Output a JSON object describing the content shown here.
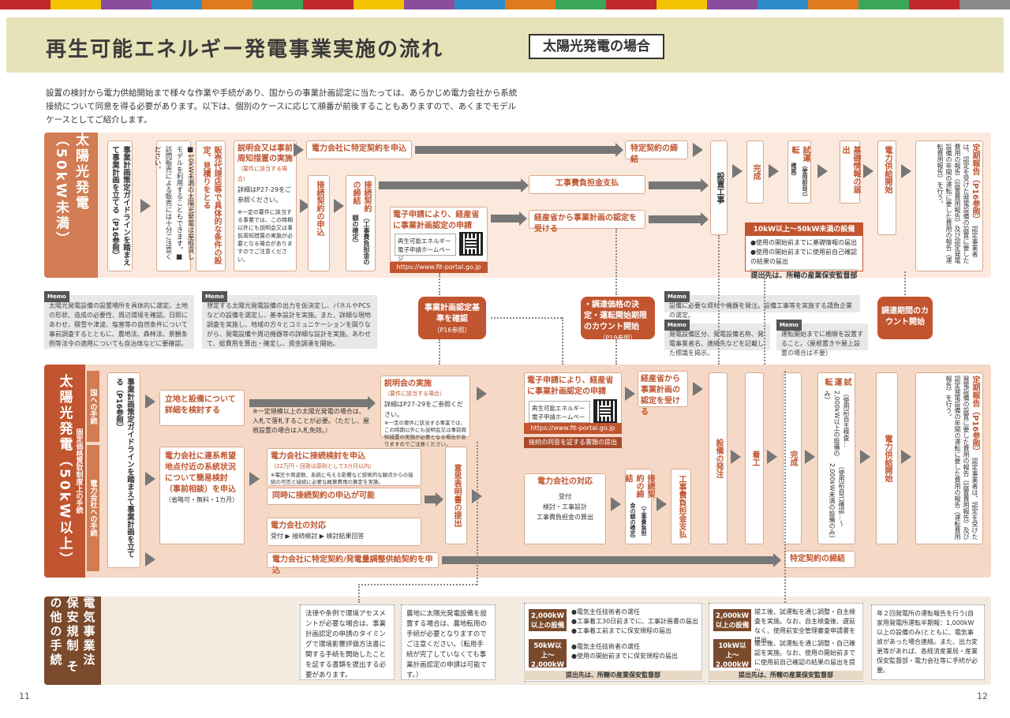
{
  "colors": [
    "#c1272d",
    "#f2c300",
    "#8a4d9e",
    "#2f8ccb",
    "#e07a1c",
    "#3aa657",
    "#c1272d",
    "#f2c300",
    "#8a4d9e",
    "#2f8ccb",
    "#e07a1c",
    "#3aa657",
    "#c1272d",
    "#f2c300",
    "#8a4d9e",
    "#2f8ccb",
    "#e07a1c",
    "#3aa657",
    "#c1272d",
    "#8a8a8a"
  ],
  "title": "再生可能エネルギー発電事業実施の流れ",
  "case": "太陽光発電の場合",
  "intro": "設置の検討から電力供給開始まで様々な作業や手続があり、国からの事業計画認定に当たっては、あらかじめ電力会社から系統接続について同意を得る必要があります。以下は、個別のケースに応じて順番が前後することもありますので、あくまでモデルケースとしてご紹介します。",
  "band_a": {
    "label": "太陽光発電（50kW未満）",
    "plan": "事業計画策定ガイドラインを踏まえて事業計画を立てる（P16参照）",
    "rental": "■10kW未満の太陽光発電は屋根貸しモデルを利用することもできます。■訪問販売による販売には十分ご注意ください。",
    "dealer": "販売代理店等で具体的な条件の設定、見積りをとる",
    "briefing_title": "説明会又は事前周知措置の実施",
    "briefing_sub": "（要件に該当する場合）",
    "briefing_ref": "詳細はP27-29をご参照ください。",
    "briefing_note": "※一定の要件に該当する事業では、この時期以外にも説明会又は事前周知措置の実施が必要となる場合がありますのでご注意ください。",
    "apply": "接続契約の申込",
    "contract": "接続契約の締結",
    "contract_sub": "（工事費負担金の額の確定）",
    "special": "電力会社に特定契約を申込",
    "special_done": "特定契約の締結",
    "cost": "工事費負担金支払",
    "eapply_title": "電子申請により、経産省に事業計画認定の申請",
    "portal_label": "再生可能エネルギー電子申請ホームページ",
    "url": "https://www.fit-portal.go.jp",
    "approve": "経産省から事業計画の認定を受ける",
    "construct": "設置工事",
    "complete": "完成",
    "trial": "試運転",
    "trial_sub": "（使用前自己確認）",
    "basic": "基礎情報の届出",
    "supply": "電力供給開始",
    "report": "定期報告（P16参照）",
    "report_text": "認定事業者は、認定を受けた発電設備の設置に要した費用の報告（設置費用報告）及び認定発電設備の年間の運転に要した費用の報告（運転費用報告）を行う。",
    "note_head": "10kW以上〜50kW未満の設備",
    "note_1": "●使用の開始前までに基礎情報の届出",
    "note_2": "●使用の開始前までに使用前自己確認の結果の届出",
    "note_foot": "提出先は、所轄の産業保安監督部"
  },
  "memos": [
    {
      "tag": "Memo",
      "text": "太陽光発電設備の設置場所を具体的に選定。土地の形状、造成の必要性、周辺環境を確認。日照にあわせ、積雪や津波、塩害等の自然条件について事前調査するとともに、農地法、森林法、景観条例等法令の適用についても自治体などに要確認。"
    },
    {
      "tag": "Memo",
      "text": "想定する太陽光発電設備の出力を仮決定し、パネルやPCSなどの設備を選定し、基本設計を実施。また、詳細な現地調査を実施し、地域の方々とコミュニケーションを図りながら、発電設備や周辺機器等の詳細な設計を実施。あわせて、総費用を算出・確定し、資金調達を開始。"
    },
    {
      "tag": "Memo",
      "text": "設備に必要な資材や機器を発注。設備工事等を実施する請負企業の選定。"
    },
    {
      "tag": "Memo",
      "text": "発電設備区分、発電設備名称、発電事業者名、連絡先などを記載した標識を掲示。"
    },
    {
      "tag": "Memo",
      "text": "運転開始までに柵塀を設置すること。（屋根置きや屋上設置の場合は不要）"
    }
  ],
  "center": {
    "check": "事業計画認定基準を確認",
    "check_ref": "（P16参照）",
    "price": "・調達価格の決定・運転開始期限のカウント開始",
    "price_ref": "（P19参照）",
    "period": "調達期間のカウント開始"
  },
  "band_b": {
    "label": "太陽光発電（50kW以上）",
    "fit": "固定価格買取制度上の手続",
    "national": "国への手続",
    "utility": "電力会社への手続",
    "plan": "事業計画策定ガイドラインを踏まえて事業計画を立てる（P16参照）",
    "site": "立地と設備について詳細を検討する",
    "bid_note": "※一定規模以上の太陽光発電の場合は、入札で落札することが必要。（ただし、屋根設置の場合は入札免除。）",
    "briefing_title": "説明会の実施",
    "briefing_sub": "（要件に該当する場合）",
    "briefing_ref": "詳細はP27-29をご参照ください。",
    "briefing_note": "※一定の要件に該当する事業では、この時期以外にも説明会又は事前周知措置の実施が必要となる場合がありますのでご注意ください。",
    "consult": "電力会社に連系希望地点付近の系統状況について簡易検討（事前相談）を申込",
    "consult_sub": "（省略可・無料・1カ月）",
    "study": "電力会社に接続検討を申込",
    "study_sub": "（22万円・回答は原則として3カ月以内）",
    "study_note": "※電圧や周波数、系統に与える影響など技術的な観点からの接続の可否と接続に必要な概算費用の算定を実施。",
    "simul": "同時に接続契約の申込が可能",
    "resp": "電力会社の対応",
    "resp_steps": "受付 ▶ 接続検討 ▶ 検討結果回答",
    "intent": "意思表明書の提出",
    "eapply_title": "電子申請により、経産省に事業計画認定の申請",
    "portal_label": "再生可能エネルギー電子申請ホームページ",
    "url": "https://www.fit-portal.go.jp",
    "consent_doc": "接続の同意を証する書類の提出",
    "approve": "経産省から事業計画の認定を受ける",
    "resp2": "電力会社の対応",
    "resp2_1": "受付",
    "resp2_2": "検討・工事設計",
    "resp2_3": "工事費負担金の算出",
    "contract": "接続契約の締結",
    "contract_sub": "（工事費負担金の額の確定）",
    "cost": "工事費負担金支払",
    "order": "設備の発注",
    "start": "着工",
    "complete": "完成",
    "trial": "試運転",
    "trial_a": "（使用前自主検査…2,000kW以上の設備のみ）",
    "trial_b": "（使用前自己確認…〜2,000kW未満の設備のみ）",
    "supply": "電力供給開始",
    "report": "定期報告（P16参照）",
    "report_text": "認定事業者は、認定を受けた発電設備の設置に要した費用の報告（設置費用報告）及び認定発電設備の年間の運転に要した費用の報告（運転費用報告）を行う。",
    "special": "電力会社に特定契約/発電量調整供給契約を申込",
    "special_done": "特定契約の締結"
  },
  "band_c": {
    "label": "電気事業法 保安規制 その他の手続",
    "law1": "法律や条例で環境アセスメントが必要な場合は、事業計画認定の申請のタイミングで環境影響評価方法書に関する手続を開始したことを証する書類を提出する必要があります。",
    "law2": "農地に太陽光発電設備を設置する場合は、農地転用の手続が必要となりますのでご注意ください。（転用手続が完了していなくても事業計画認定の申請は可能です。）",
    "tag_big": "2,000kW以上の設備",
    "big_1": "●電気主任技術者の選任",
    "big_2": "●工事着工30日前までに、工事計画書の届出",
    "big_3": "●工事着工前までに保安規程の届出",
    "tag_mid": "50kW以上〜2,000kW未満の設備",
    "mid_1": "●電気主任技術者の選任",
    "mid_2": "●使用の開始前までに保安規程の届出",
    "foot": "提出先は、所轄の産業保安監督部",
    "tag_big2": "2,000kW以上の設備",
    "big2_text": "竣工後、試運転を通じ調整・自主検査を実施。なお、自主検査後、遅延なく、使用前安全管理審査申請書を提出。",
    "tag_small": "10kW以上〜2,000kW未満の設備",
    "small_text": "竣工後、試運転を通じ調整・自己確認を実施。なお、使用の開始前までに使用前自己確認の結果の届出を提出。",
    "foot2": "提出先は、所轄の産業保安監督部",
    "annual": "年２回発電所の運転報告を行う(自家用発電所運転半期報：1,000kW以上の設備のみ)とともに、電気事故があった場合連絡。また、出力変更等があれば、各経済産業局・産業保安監督部・電力会社等に手続が必要。"
  },
  "pages": {
    "left": "11",
    "right": "12"
  }
}
